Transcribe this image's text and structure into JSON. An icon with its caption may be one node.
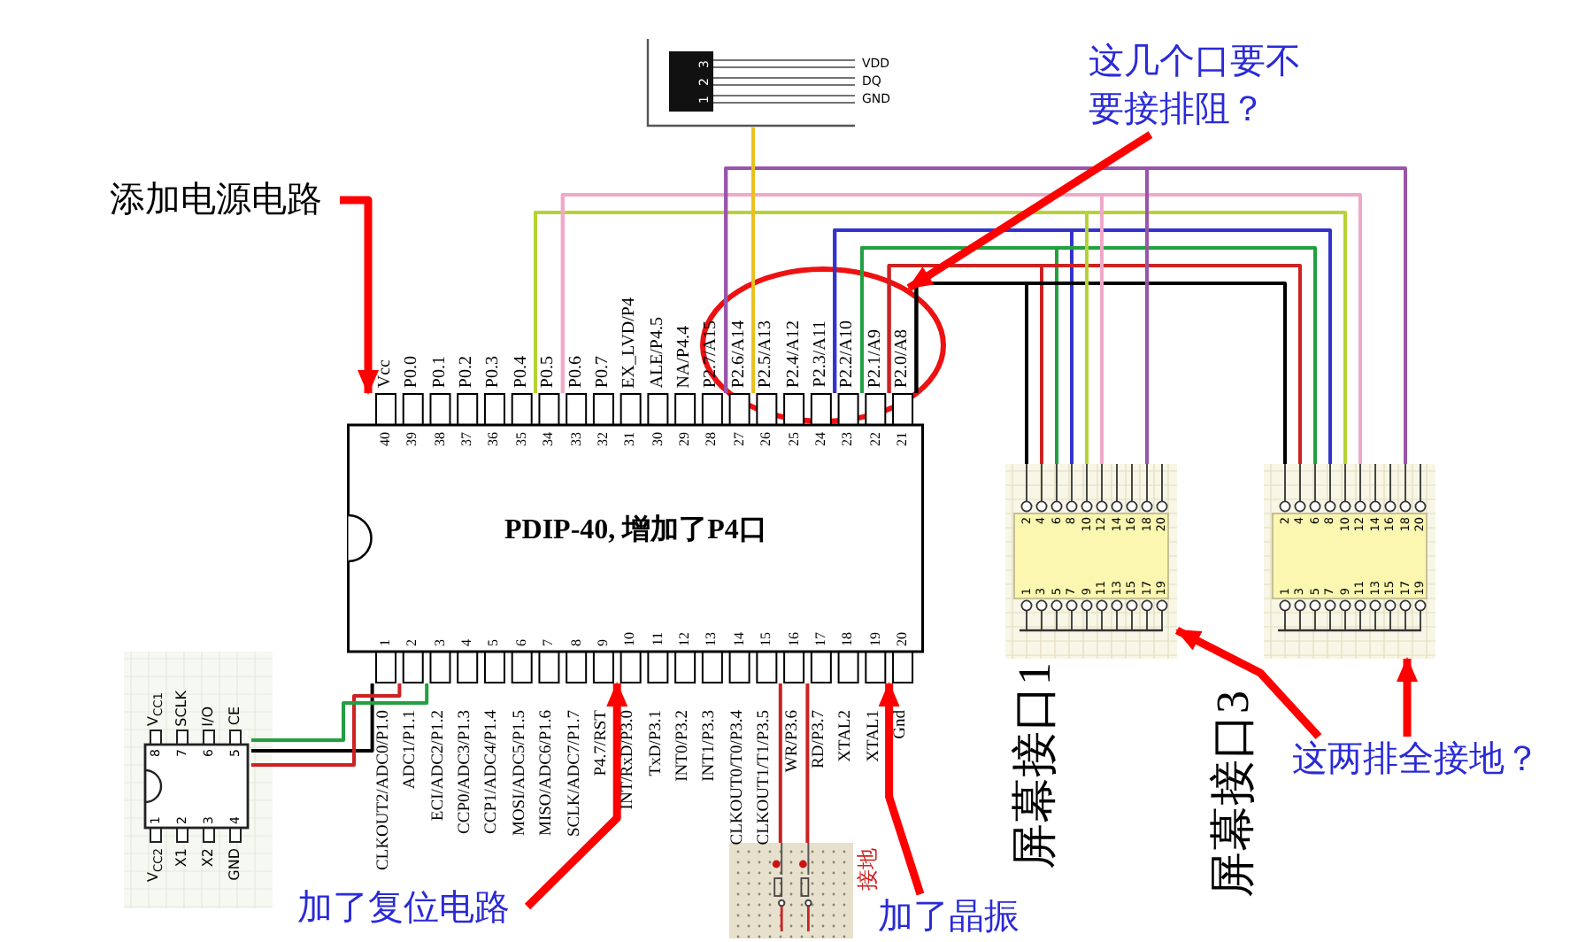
{
  "diagram": {
    "nodes": [
      {
        "text": [
          "PDIP-40, 增加了P4口"
        ]
      },
      {
        "text": [],
        "shape": "box"
      },
      {
        "text": [],
        "shape": "box",
        "beside": [
          "VDD",
          "DQ",
          "GND"
        ]
      },
      {
        "text": [],
        "shape": "box",
        "beside": [
          "屏幕接口1"
        ]
      },
      {
        "text": [],
        "shape": "box",
        "beside": [
          "屏幕接口3"
        ]
      },
      {
        "text": [],
        "shape": "picture",
        "beside": [
          "接地"
        ]
      },
      {
        "text": [
          "添加电源电路"
        ]
      },
      {
        "text": [
          "这几个口要不要接排阻？"
        ]
      },
      {
        "text": [
          "加了复位电路"
        ]
      },
      {
        "text": [
          "加了晶振"
        ]
      },
      {
        "text": [
          "这两排全接地？"
        ]
      }
    ],
    "edges": [
      {
        "from": 0,
        "to": 3,
        "arrow": "none",
        "color": "#3333cc"
      },
      {
        "from": 0,
        "to": 4,
        "arrow": "none",
        "color": "#3333cc"
      },
      {
        "from": 0,
        "to": 3,
        "arrow": "none",
        "color": "#22a040"
      },
      {
        "from": 0,
        "to": 4,
        "arrow": "none",
        "color": "#22a040"
      },
      {
        "from": 0,
        "to": 3,
        "arrow": "none",
        "color": "#cc2222"
      },
      {
        "from": 0,
        "to": 4,
        "arrow": "none",
        "color": "#cc2222"
      },
      {
        "from": 0,
        "to": 3,
        "arrow": "none",
        "color": "#000000"
      },
      {
        "from": 0,
        "to": 4,
        "arrow": "none",
        "color": "#000000"
      },
      {
        "from": 0,
        "to": 3,
        "arrow": "none",
        "color": "#b5d334"
      },
      {
        "from": 0,
        "to": 4,
        "arrow": "none",
        "color": "#b5d334"
      },
      {
        "from": 0,
        "to": 3,
        "arrow": "none",
        "color": "#f0a8c8"
      },
      {
        "from": 0,
        "to": 4,
        "arrow": "none",
        "color": "#f0a8c8"
      },
      {
        "from": 0,
        "to": 3,
        "arrow": "none",
        "color": "#9955aa"
      },
      {
        "from": 0,
        "to": 4,
        "arrow": "none",
        "color": "#9955aa"
      },
      {
        "from": 2,
        "to": 0,
        "arrow": "none",
        "color": "#e8c020"
      },
      {
        "from": 1,
        "to": 0,
        "arrow": "none",
        "color": "#000000"
      },
      {
        "from": 1,
        "to": 0,
        "arrow": "none",
        "color": "#cc2222"
      },
      {
        "from": 1,
        "to": 0,
        "arrow": "none",
        "color": "#22a040"
      },
      {
        "from": 0,
        "to": 5,
        "arrow": "none",
        "color": "#cc2222"
      },
      {
        "from": 0,
        "to": 5,
        "arrow": "none",
        "color": "#cc2222"
      },
      {
        "from": 6,
        "to": 0,
        "arrow": "to",
        "style": "thick",
        "color": "#ff0000"
      },
      {
        "from": 7,
        "to": 0,
        "arrow": "to",
        "style": "thick",
        "color": "#ff0000"
      },
      {
        "from": 8,
        "to": 0,
        "arrow": "to",
        "style": "thick",
        "color": "#ff0000"
      },
      {
        "from": 9,
        "to": 0,
        "arrow": "to",
        "style": "thick",
        "color": "#ff0000"
      },
      {
        "from": 10,
        "to": 3,
        "arrow": "to",
        "style": "thick",
        "color": "#ff0000"
      },
      {
        "from": 10,
        "to": 4,
        "arrow": "to",
        "style": "thick",
        "color": "#ff0000"
      }
    ],
    "labels": [
      "1",
      "2",
      "3",
      "Vcc",
      "P0.0",
      "P0.1",
      "P0.2",
      "P0.3",
      "P0.4",
      "P0.5",
      "P0.6",
      "P0.7",
      "EX_LVD/P4",
      "ALE/P4.5",
      "NA/P4.4",
      "P2.7/A15",
      "P2.6/A14",
      "P2.5/A13",
      "P2.4/A12",
      "P2.3/A11",
      "P2.2/A10",
      "P2.1/A9",
      "P2.0/A8",
      "40",
      "39",
      "38",
      "37",
      "36",
      "35",
      "34",
      "33",
      "32",
      "31",
      "30",
      "29",
      "28",
      "27",
      "26",
      "25",
      "24",
      "23",
      "22",
      "21",
      "1",
      "2",
      "3",
      "4",
      "5",
      "6",
      "7",
      "8",
      "9",
      "10",
      "11",
      "12",
      "13",
      "14",
      "15",
      "16",
      "17",
      "18",
      "19",
      "20",
      "CLKOUT2/ADC0/P1.0",
      "ADC1/P1.1",
      "ECI/ADC2/P1.2",
      "CCP0/ADC3/P1.3",
      "CCP1/ADC4/P1.4",
      "MOSI/ADC5/P1.5",
      "MISO/ADC6/P1.6",
      "SCLK/ADC7/P1.7",
      "P4.7/RST",
      "INT/RxD/P3.0",
      "TxD/P3.1",
      "INT0/P3.2",
      "INT1/P3.3",
      "CLKOUT0/T0/P3.4",
      "CLKOUT1/T1/P3.5",
      "WR/P3.6",
      "RD/P3.7",
      "XTAL2",
      "XTAL1",
      "Gnd",
      "V$_{CC1}$",
      "SCLK",
      "I/O",
      "CE",
      "8",
      "7",
      "6",
      "5",
      "1",
      "2",
      "3",
      "4",
      "V$_{CC2}$",
      "X1",
      "X2",
      "GND",
      "2",
      "4",
      "6",
      "8",
      "10",
      "12",
      "14",
      "16",
      "18",
      "20",
      "1",
      "3",
      "5",
      "7",
      "9",
      "11",
      "13",
      "15",
      "17",
      "19",
      "2",
      "4",
      "6",
      "8",
      "10",
      "12",
      "14",
      "16",
      "18",
      "20",
      "1",
      "3",
      "5",
      "7",
      "9",
      "11",
      "13",
      "15",
      "17",
      "19"
    ]
  }
}
